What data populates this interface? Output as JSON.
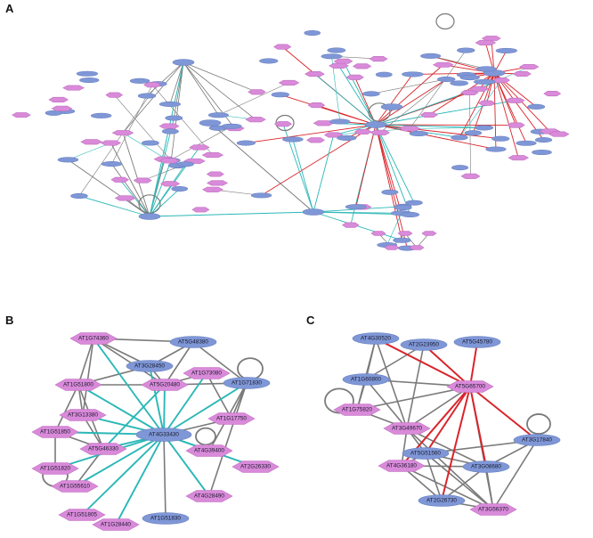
{
  "colors": {
    "blue_node": "#7f97d6",
    "pink_node": "#d98ad9",
    "grey_edge": "#7a7a7a",
    "cyan_edge": "#2bb7b7",
    "red_edge": "#d9242b"
  },
  "panels": [
    {
      "letter": "A",
      "note": "overview network (labels too small to read)"
    },
    {
      "letter": "B"
    },
    {
      "letter": "C"
    }
  ],
  "panel_b": {
    "nodes": [
      {
        "id": "AT1G74360",
        "shape": "diamond"
      },
      {
        "id": "AT5G48380",
        "shape": "ellipse"
      },
      {
        "id": "AT3G28450",
        "shape": "ellipse"
      },
      {
        "id": "AT1G73080",
        "shape": "diamond"
      },
      {
        "id": "AT1G51800",
        "shape": "diamond"
      },
      {
        "id": "AT5G20480",
        "shape": "diamond"
      },
      {
        "id": "AT1G71830",
        "shape": "ellipse"
      },
      {
        "id": "AT3G13380",
        "shape": "diamond"
      },
      {
        "id": "AT1G17750",
        "shape": "diamond"
      },
      {
        "id": "AT1G51850",
        "shape": "diamond"
      },
      {
        "id": "AT4G33430",
        "shape": "ellipse"
      },
      {
        "id": "AT5G46330",
        "shape": "diamond"
      },
      {
        "id": "AT4G39400",
        "shape": "diamond"
      },
      {
        "id": "AT2G26330",
        "shape": "diamond"
      },
      {
        "id": "AT1G51820",
        "shape": "diamond"
      },
      {
        "id": "AT4G28490",
        "shape": "diamond"
      },
      {
        "id": "AT1G55610",
        "shape": "diamond"
      },
      {
        "id": "AT1G51805",
        "shape": "diamond"
      },
      {
        "id": "AT1G28440",
        "shape": "diamond"
      },
      {
        "id": "AT1G51830",
        "shape": "ellipse"
      }
    ]
  },
  "panel_c": {
    "nodes": [
      {
        "id": "AT4G30520",
        "shape": "ellipse"
      },
      {
        "id": "AT2G23950",
        "shape": "ellipse"
      },
      {
        "id": "AT5G45780",
        "shape": "ellipse"
      },
      {
        "id": "AT1G60800",
        "shape": "ellipse"
      },
      {
        "id": "AT5G65700",
        "shape": "diamond"
      },
      {
        "id": "AT1G75820",
        "shape": "diamond"
      },
      {
        "id": "AT3G49670",
        "shape": "diamond"
      },
      {
        "id": "AT5G51560",
        "shape": "ellipse"
      },
      {
        "id": "AT3G17840",
        "shape": "ellipse"
      },
      {
        "id": "AT4G36180",
        "shape": "diamond"
      },
      {
        "id": "AT3G08680",
        "shape": "ellipse"
      },
      {
        "id": "AT2G26730",
        "shape": "ellipse"
      },
      {
        "id": "AT3G56370",
        "shape": "diamond"
      }
    ]
  }
}
